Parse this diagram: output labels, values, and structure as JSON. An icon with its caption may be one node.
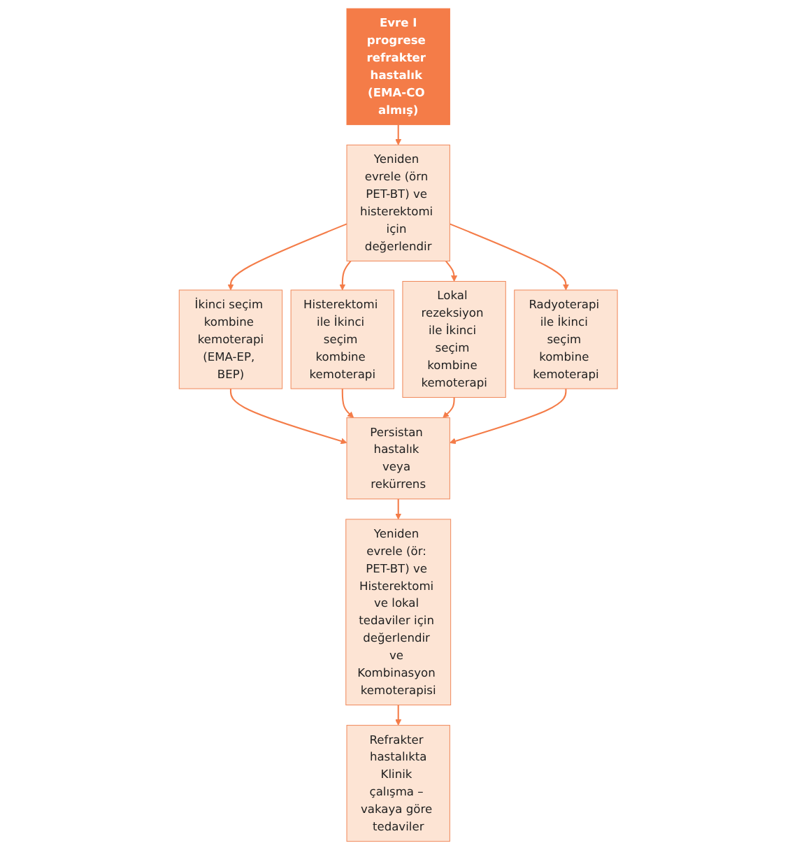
{
  "diagram": {
    "nodes": [
      {
        "text": [
          "Evre I",
          "progrese refrakter hastalık (EMA-CO almış)"
        ]
      },
      {
        "text": [
          "Yeniden evrele (örn PET-BT) ve histerektomi için değerlendir"
        ]
      },
      {
        "text": [
          "İkinci seçim kombine kemoterapi",
          "(EMA-EP, BEP)"
        ]
      },
      {
        "text": [
          "Histerektomi ile İkinci seçim kombine kemoterapi"
        ]
      },
      {
        "text": [
          "Lokal rezeksiyon ile İkinci seçim kombine kemoterapi"
        ]
      },
      {
        "text": [
          "Radyoterapi ile İkinci seçim kombine kemoterapi"
        ]
      },
      {
        "text": [
          "Persistan hastalık veya rekürrens"
        ]
      },
      {
        "text": [
          "Yeniden evrele (ör: PET-BT) ve Histerektomi ve lokal tedaviler için değerlendir ve Kombinasyon kemoterapisi"
        ]
      },
      {
        "text": [
          "Refrakter hastalıkta",
          "Klinik çalışma – vakaya göre tedaviler"
        ]
      }
    ],
    "edges": [
      {
        "from": 0,
        "to": 1,
        "arrow": "to"
      },
      {
        "from": 1,
        "to": 2,
        "arrow": "to"
      },
      {
        "from": 1,
        "to": 3,
        "arrow": "to"
      },
      {
        "from": 1,
        "to": 4,
        "arrow": "to"
      },
      {
        "from": 1,
        "to": 5,
        "arrow": "to"
      },
      {
        "from": 2,
        "to": 6,
        "arrow": "to"
      },
      {
        "from": 3,
        "to": 6,
        "arrow": "to"
      },
      {
        "from": 4,
        "to": 6,
        "arrow": "to"
      },
      {
        "from": 5,
        "to": 6,
        "arrow": "to"
      },
      {
        "from": 6,
        "to": 7,
        "arrow": "to"
      },
      {
        "from": 7,
        "to": 8,
        "arrow": "to"
      }
    ]
  }
}
